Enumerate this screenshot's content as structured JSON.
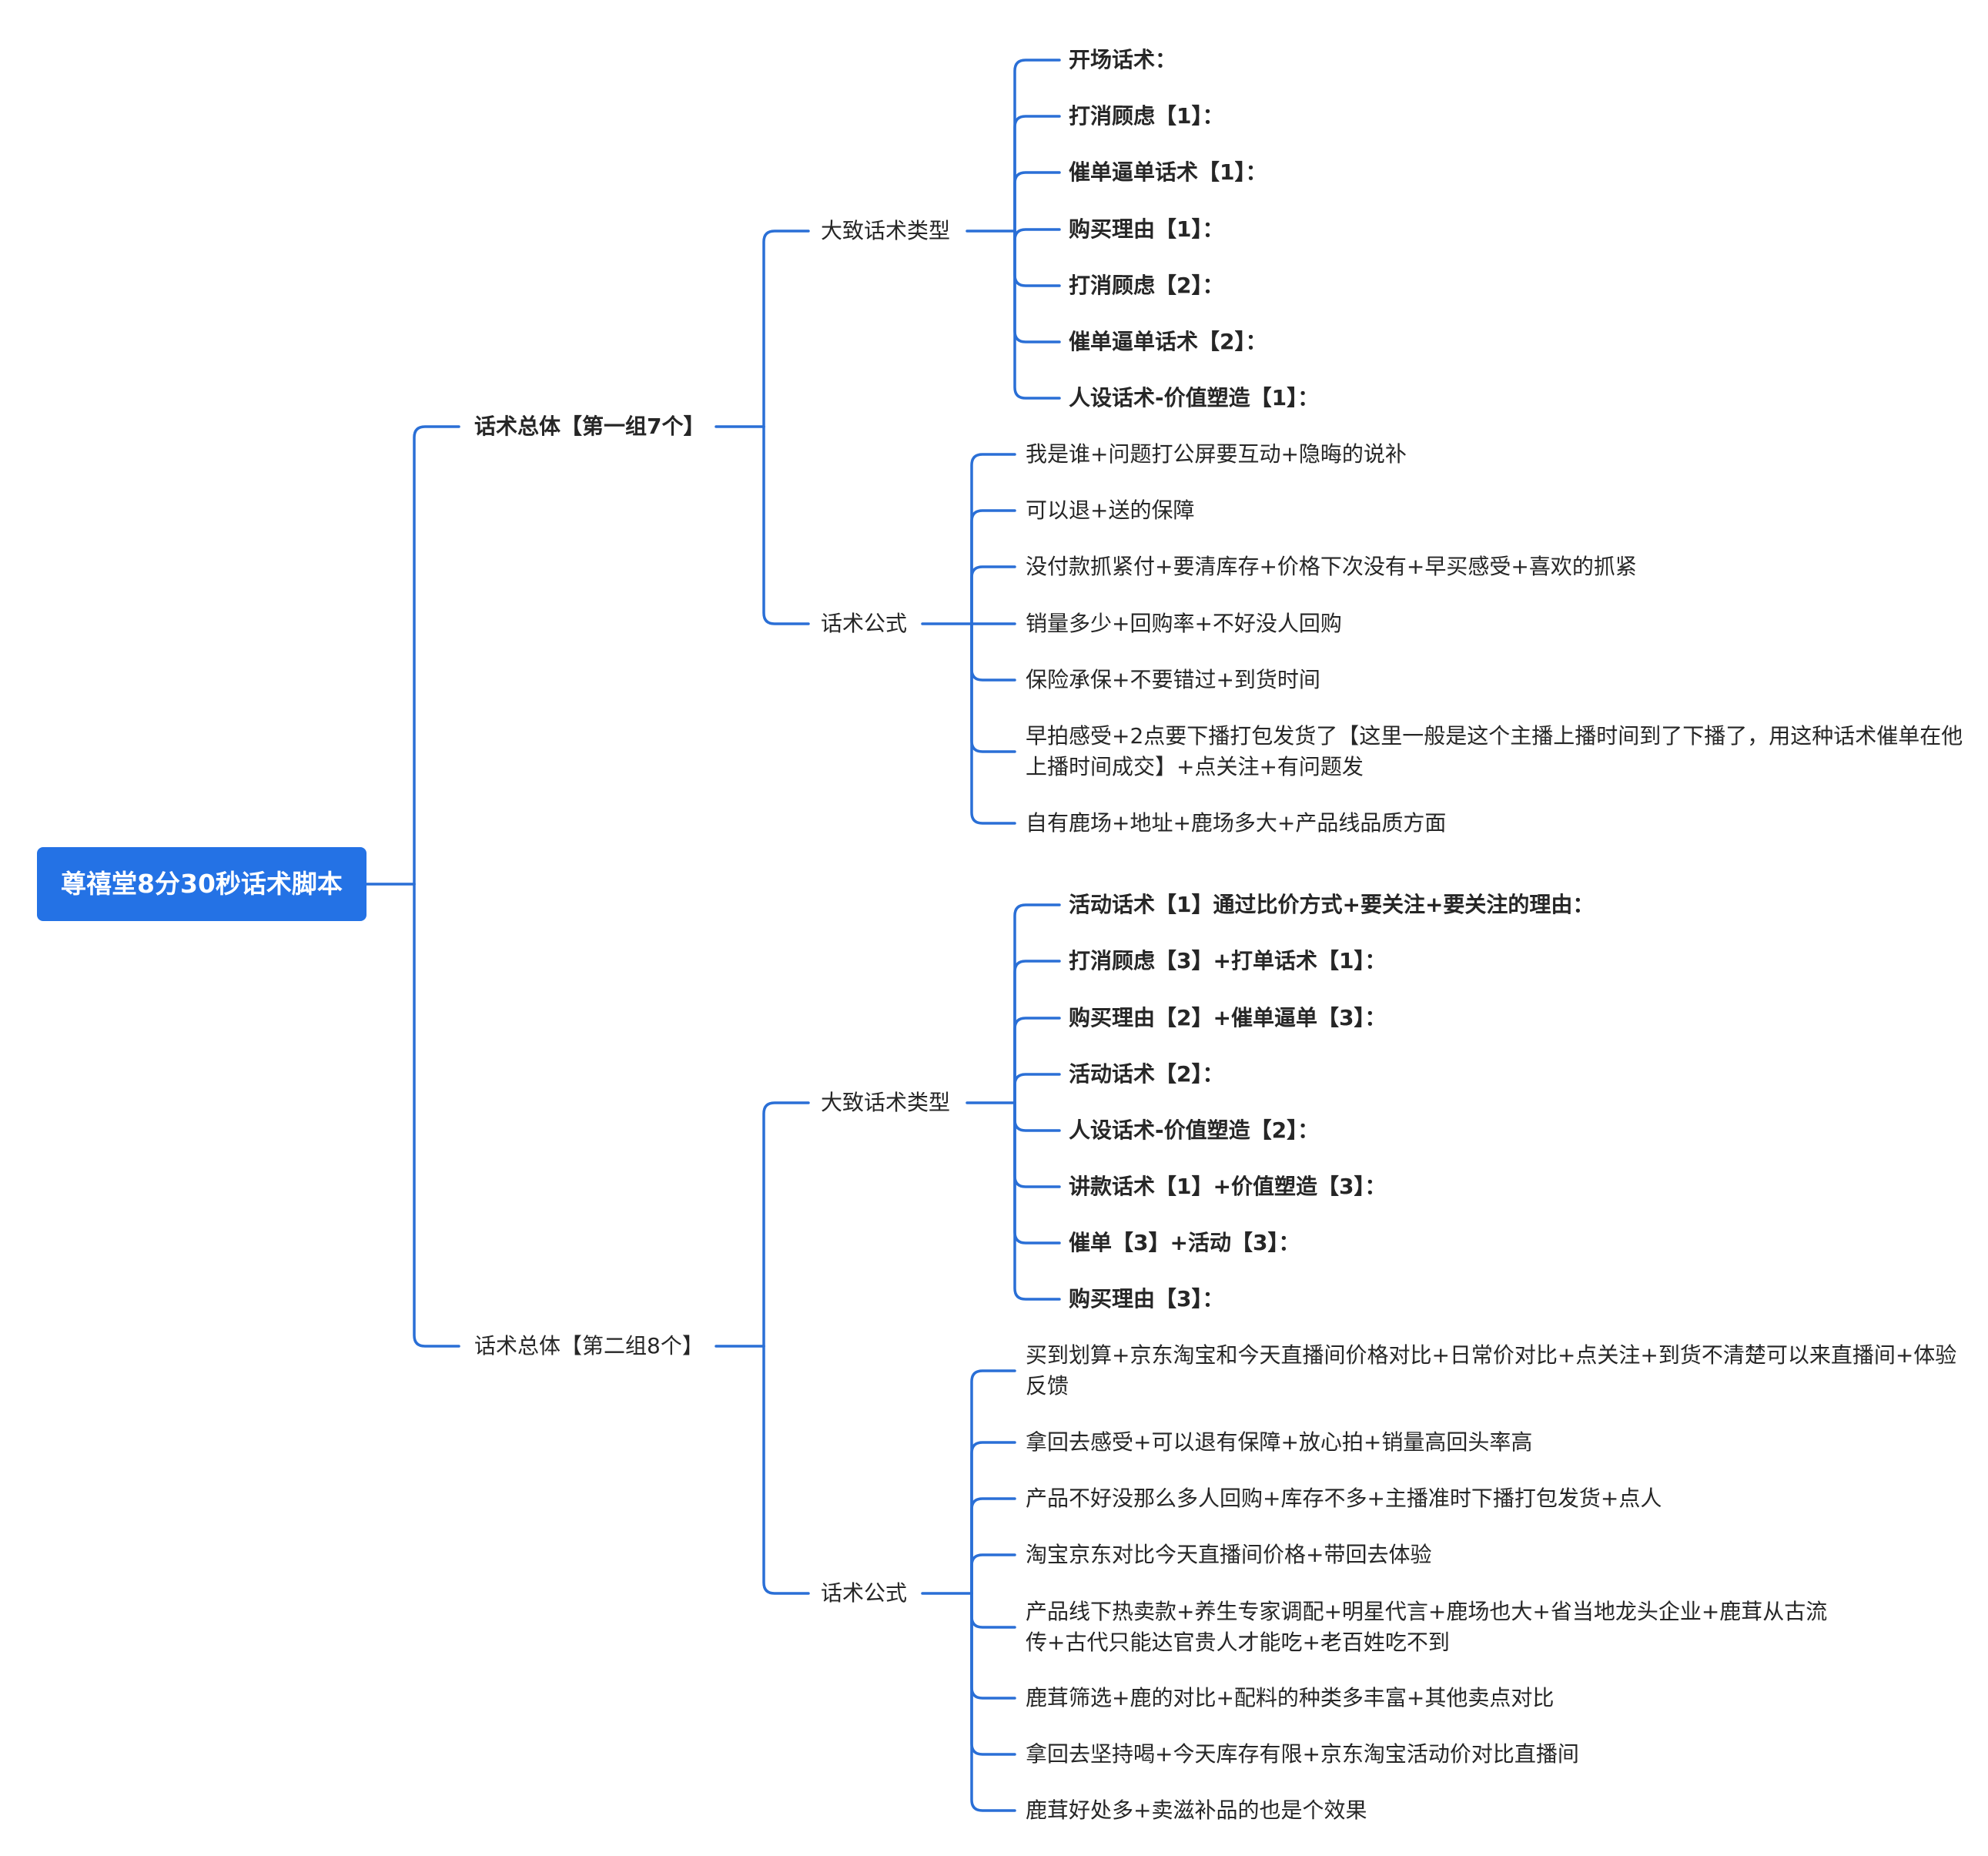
{
  "root": {
    "label": "尊禧堂8分30秒话术脚本"
  },
  "groups": [
    {
      "label": "话术总体【第一组7个】",
      "types": {
        "label": "大致话术类型",
        "items": [
          "开场话术：",
          "打消顾虑【1】：",
          "催单逼单话术【1】：",
          "购买理由【1】：",
          "打消顾虑【2】：",
          "催单逼单话术【2】：",
          "人设话术-价值塑造【1】："
        ]
      },
      "formula": {
        "label": "话术公式",
        "items": [
          "我是谁+问题打公屏要互动+隐晦的说补",
          "可以退+送的保障",
          "没付款抓紧付+要清库存+价格下次没有+早买感受+喜欢的抓紧",
          "销量多少+回购率+不好没人回购",
          "保险承保+不要错过+到货时间",
          "早拍感受+2点要下播打包发货了【这里一般是这个主播上播时间到了下播了，用这种话术催单在他上播时间成交】+点关注+有问题发",
          "自有鹿场+地址+鹿场多大+产品线品质方面"
        ]
      }
    },
    {
      "label": "话术总体【第二组8个】",
      "types": {
        "label": "大致话术类型",
        "items": [
          "活动话术【1】通过比价方式+要关注+要关注的理由：",
          "打消顾虑【3】+打单话术【1】：",
          "购买理由【2】+催单逼单【3】：",
          "活动话术【2】：",
          "人设话术-价值塑造【2】：",
          "讲款话术【1】+价值塑造【3】：",
          "催单【3】+活动【3】：",
          "购买理由【3】："
        ]
      },
      "formula": {
        "label": "话术公式",
        "items": [
          "买到划算+京东淘宝和今天直播间价格对比+日常价对比+点关注+到货不清楚可以来直播间+体验反馈",
          "拿回去感受+可以退有保障+放心拍+销量高回头率高",
          "产品不好没那么多人回购+库存不多+主播准时下播打包发货+点人",
          "淘宝京东对比今天直播间价格+带回去体验",
          "产品线下热卖款+养生专家调配+明星代言+鹿场也大+省当地龙头企业+鹿茸从古流传+古代只能达官贵人才能吃+老百姓吃不到",
          "鹿茸筛选+鹿的对比+配料的种类多丰富+其他卖点对比",
          "拿回去坚持喝+今天库存有限+京东淘宝活动价对比直播间",
          "鹿茸好处多+卖滋补品的也是个效果"
        ]
      }
    }
  ],
  "colors": {
    "accent": "#2472e5",
    "line": "#2a6fd6",
    "text": "#262626",
    "root_text": "#ffffff"
  }
}
